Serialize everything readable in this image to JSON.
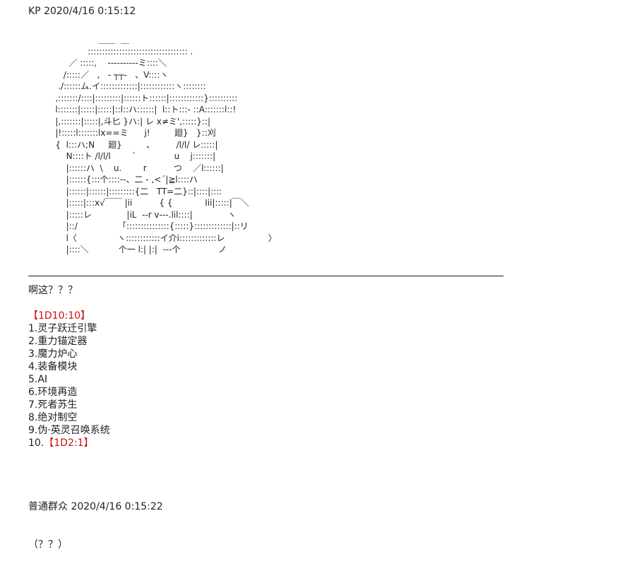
{
  "post_header": "KP 2020/4/16 0:15:12",
  "ascii_art": [
    "                         ＿＿  ＿",
    "                     ::::::::::::::::::::::::::::::::::: .",
    "              ／ :::::,    -‐‐‐‐‐‐‐‐-ミ::::＼",
    "            /:::::／   ,   ‐ ┬┬‐   、V::::ヽ",
    "          ./::::::ム.イ:::::::::::::|::::::::::::ヽ::::::::",
    "         ,:::::::/::::|:::::::::|::::::ト::::::|::::::::::::}::::::::::",
    "         l:::::::|:::::|:::::|::l::ハ::::::|  l::ト:::‐ ::A:::::::l::!",
    "         |,:::::::|:::::|,斗匕 }ハ:| レ x≠ミ',:::::}::|",
    "         |!:::::l:::::::lx==ミ      j!         廻}   }::刈",
    "         {  l:::ハ;N     廻}         、        /l/l/ レ:::::|",
    "             N::::ト /l/l/l        `              u    j:::::::|",
    "             |::::::ハ  \\    u.        r          つ    ／l::::::|",
    "             |::::::{:::个::::‐‐、二 ‐ ,<´|≧l::::ハ",
    "             |::::::|::::::|:::::::::{二   TT=二}::|::::|::::",
    "             |:::::|:::x√￣￣ |ii          { {            Iii|:::::|￣＼",
    "             |:::::レ             |iL  ‐‐r v‐‐‐.lil::::|             ヽ",
    "             |::/               「:::::::::::::::{:::::}:::::::::::::|::リ",
    "             l〈               ヽ::::::::::::イ介i:::::::::::::レ                〉",
    "             |::::＼           个一 l:| |:|  ‐‐‐个              ノ"
  ],
  "divider": "──────────────────────────────────────────────────────────────────────────────────────",
  "post_body": {
    "question": "啊这？？？",
    "dice_roll": "【1D10:10】",
    "options": [
      "1.灵子跃迁引擎",
      "2.重力锚定器",
      "3.魔力炉心",
      "4.装备模块",
      "5.AI",
      "6.环境再造",
      "7.死者苏生",
      "8.绝对制空",
      "9.伪·英灵召唤系统"
    ],
    "option10_prefix": "10.",
    "option10_dice": "【1D2:1】"
  },
  "reply": {
    "header": "普通群众 2020/4/16 0:15:22",
    "text": "（？？）"
  }
}
